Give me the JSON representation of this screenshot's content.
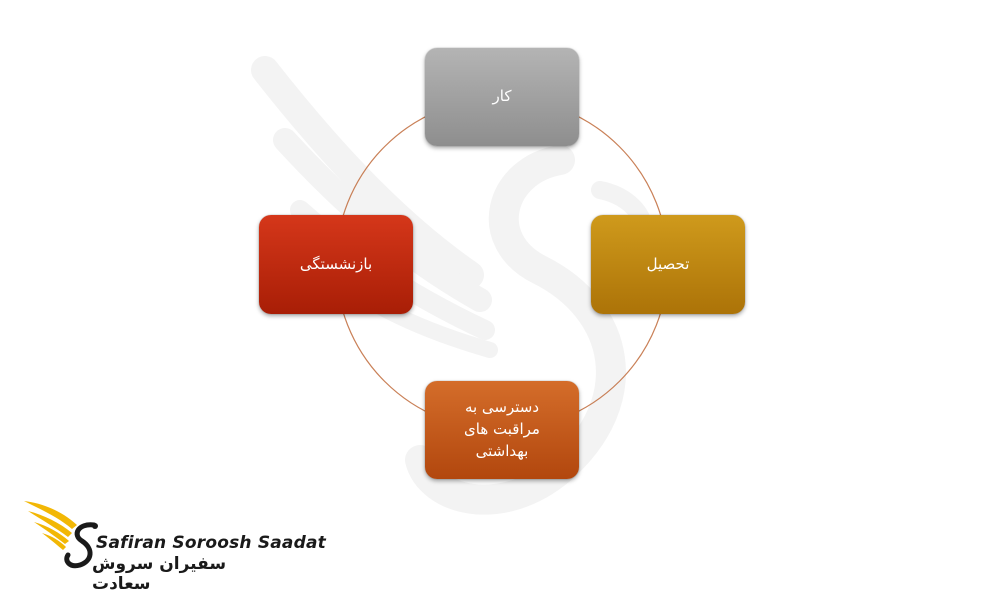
{
  "diagram": {
    "type": "cycle",
    "nodes": [
      {
        "id": "top",
        "label": "کار",
        "color": "#a0a0a0"
      },
      {
        "id": "right",
        "label": "تحصیل",
        "color": "#bb840f"
      },
      {
        "id": "bottom",
        "label": "دسترسی به\nمراقبت های\nبهداشتی",
        "color": "#c3591b"
      },
      {
        "id": "left",
        "label": "بازنشستگی",
        "color": "#bf2a10"
      }
    ],
    "ring_color": "#c06a3a"
  },
  "logo": {
    "name_en": "Safiran Soroosh Saadat",
    "name_fa": "سفیران سروش سعادت",
    "accent_color": "#f2b705"
  }
}
